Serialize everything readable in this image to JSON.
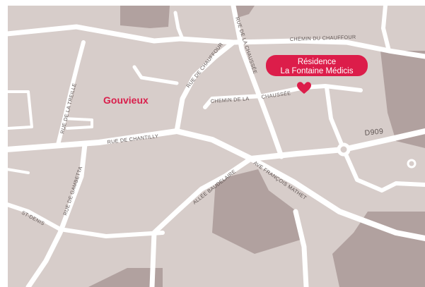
{
  "map": {
    "town": "Gouvieux",
    "poi": {
      "line1": "Résidence",
      "line2": "La Fontaine Médicis",
      "color": "#dc1d4a"
    },
    "route": "D909",
    "streets": {
      "chemin_du_chauffour": "CHEMIN DU CHAUFFOUR",
      "rue_de_la_chaussee": "RUE DE LA CHAUSSÉE",
      "rue_de_chauffour": "RUE DE CHAUFFOUR",
      "chemin_de_la": "CHEMIN DE LA",
      "chaussee": "CHAUSSÉE",
      "rue_de_la_treille": "RUE DE LA TREILLE",
      "rue_de_chantilly": "RUE DE CHANTILLY",
      "rue_de_gambetta": "RUE DE GAMBETTA",
      "av_francois_mathet": "AVE FRANÇOIS MATHET",
      "allee_baudelaire": "ALLÉE BAUDELAIRE",
      "st_denis": "ST-DENIS"
    },
    "colors": {
      "background": "#d7cdca",
      "block": "#b1a19f",
      "road": "#ffffff",
      "label": "#5f5553",
      "accent": "#d91e4b"
    }
  }
}
